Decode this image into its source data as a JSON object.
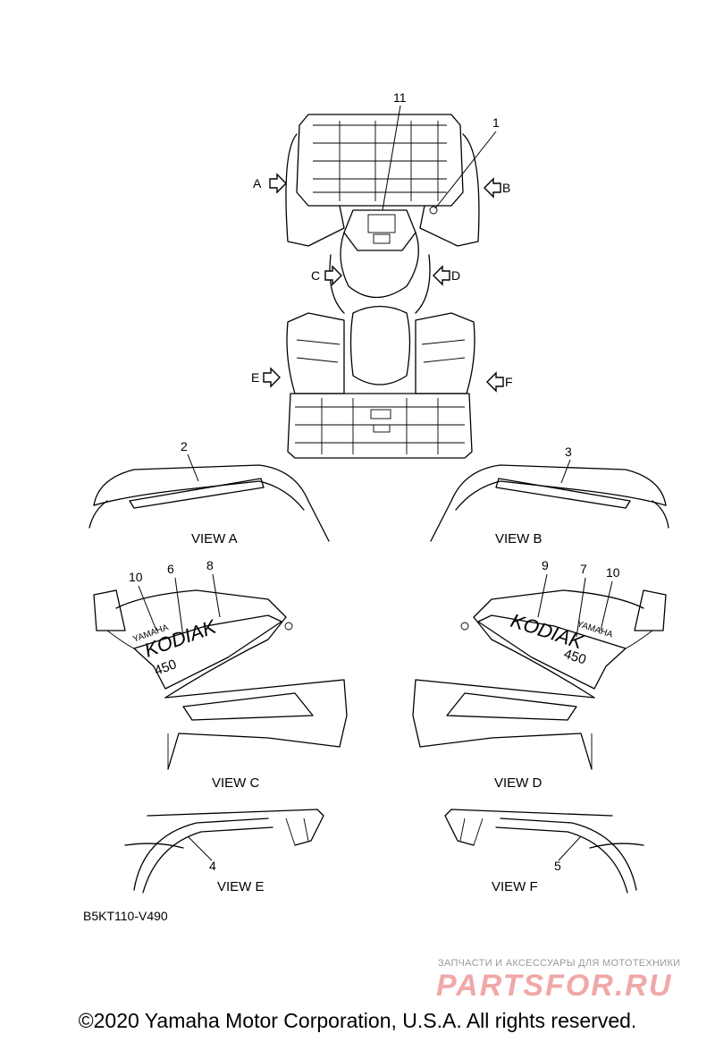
{
  "callouts": [
    "1",
    "2",
    "3",
    "4",
    "5",
    "6",
    "7",
    "8",
    "9",
    "10",
    "10",
    "11"
  ],
  "arrows": [
    "A",
    "B",
    "C",
    "D",
    "E",
    "F"
  ],
  "views": [
    "VIEW A",
    "VIEW B",
    "VIEW C",
    "VIEW D",
    "VIEW E",
    "VIEW F"
  ],
  "diagram_code": "B5KT110-V490",
  "decal_texts": {
    "brand": "YAMAHA",
    "model": "KODIAK",
    "number": "450"
  },
  "watermark": {
    "tagline": "ЗАПЧАСТИ И АКСЕССУАРЫ ДЛЯ МОТОТЕХНИКИ",
    "logo": "PARTSFOR.RU"
  },
  "copyright": "©2020 Yamaha Motor Corporation, U.S.A. All rights reserved."
}
